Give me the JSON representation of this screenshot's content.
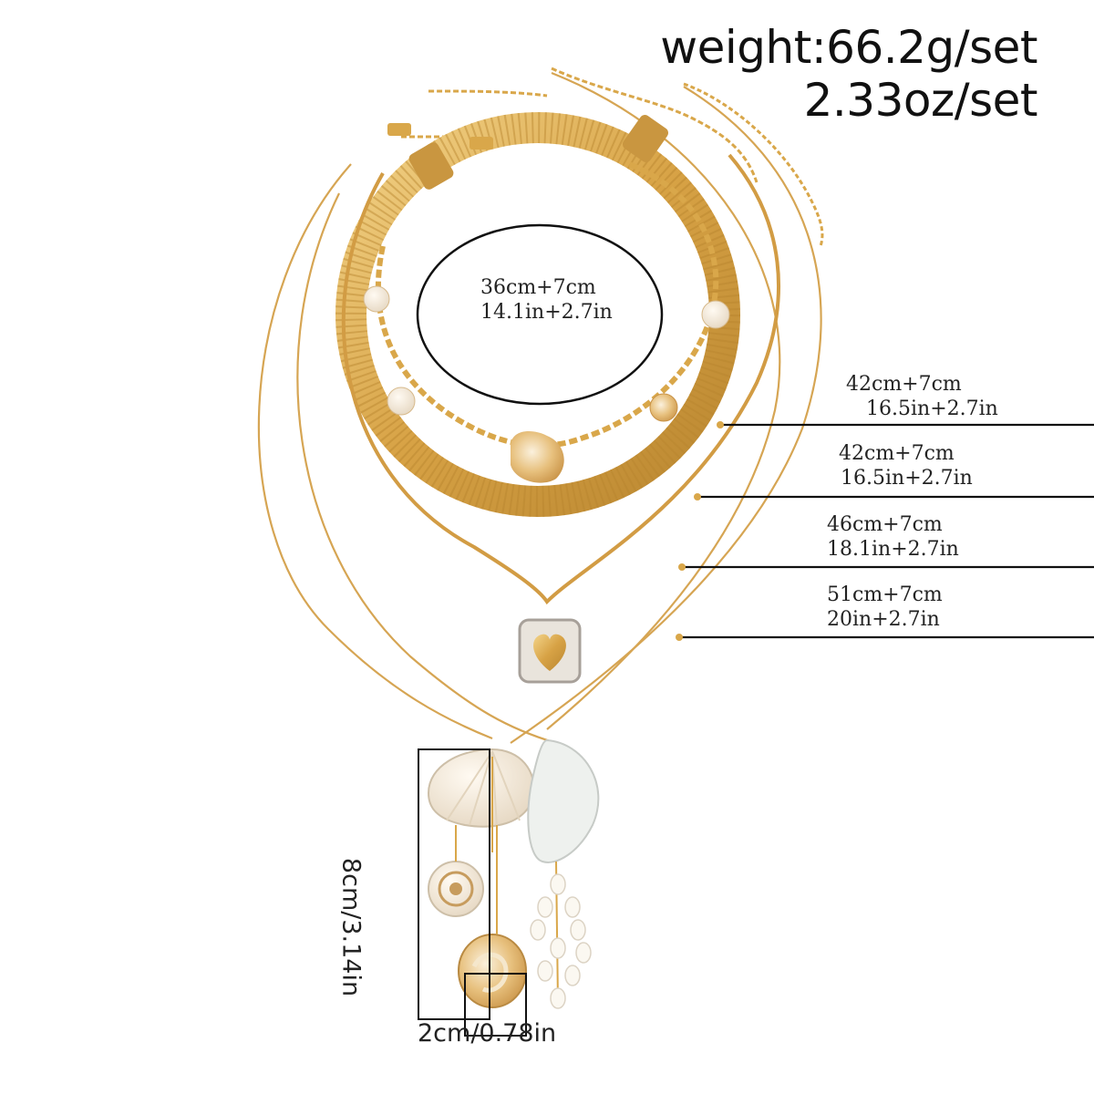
{
  "weight": {
    "grams": "weight:66.2g/set",
    "ounces": "2.33oz/set"
  },
  "choker": {
    "cm": "36cm+7cm",
    "inch": "14.1in+2.7in"
  },
  "lengths": [
    {
      "cm": "42cm+7cm",
      "inch": "16.5in+2.7in"
    },
    {
      "cm": "42cm+7cm",
      "inch": "16.5in+2.7in"
    },
    {
      "cm": "46cm+7cm",
      "inch": "18.1in+2.7in"
    },
    {
      "cm": "51cm+7cm",
      "inch": "20in+2.7in"
    }
  ],
  "pendant": {
    "height": "8cm/3.14in",
    "width": "2cm/0.78in"
  },
  "colors": {
    "gold": "#d9a74a",
    "gold_dark": "#b8862e",
    "shell": "#f4ece0",
    "pearl": "#fbf8f1",
    "line": "#111111"
  }
}
